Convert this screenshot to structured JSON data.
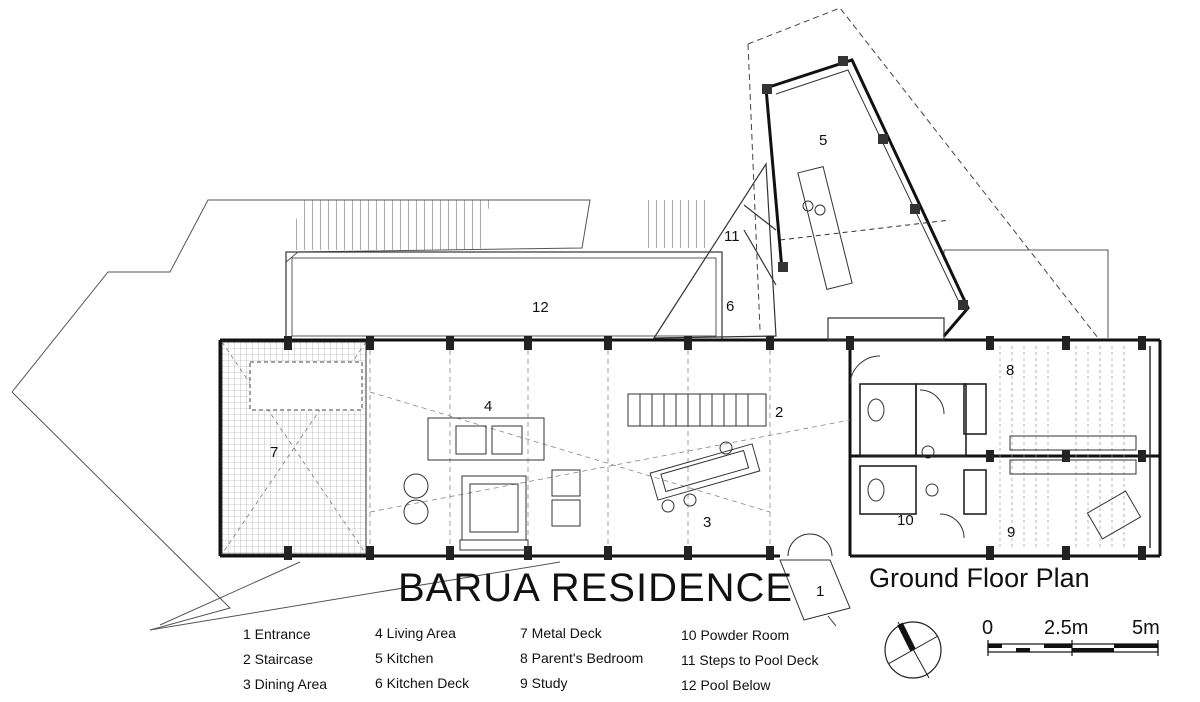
{
  "title": "BARUA RESIDENCE",
  "subtitle": "Ground Floor Plan",
  "room_numbers": {
    "r1": "1",
    "r2": "2",
    "r3": "3",
    "r4": "4",
    "r5": "5",
    "r6": "6",
    "r7": "7",
    "r8": "8",
    "r9": "9",
    "r10": "10",
    "r11": "11",
    "r12": "12"
  },
  "legend": [
    [
      "1 Entrance",
      "2 Staircase",
      "3 Dining Area"
    ],
    [
      "4 Living Area",
      "5 Kitchen",
      "6 Kitchen Deck"
    ],
    [
      "7 Metal Deck",
      "8 Parent's Bedroom",
      "9 Study"
    ],
    [
      "10 Powder Room",
      "11 Steps to Pool Deck",
      "12 Pool Below"
    ]
  ],
  "scale_bar": {
    "labels": [
      "0",
      "2.5m",
      "5m"
    ]
  },
  "north_arrow": "compass-icon"
}
